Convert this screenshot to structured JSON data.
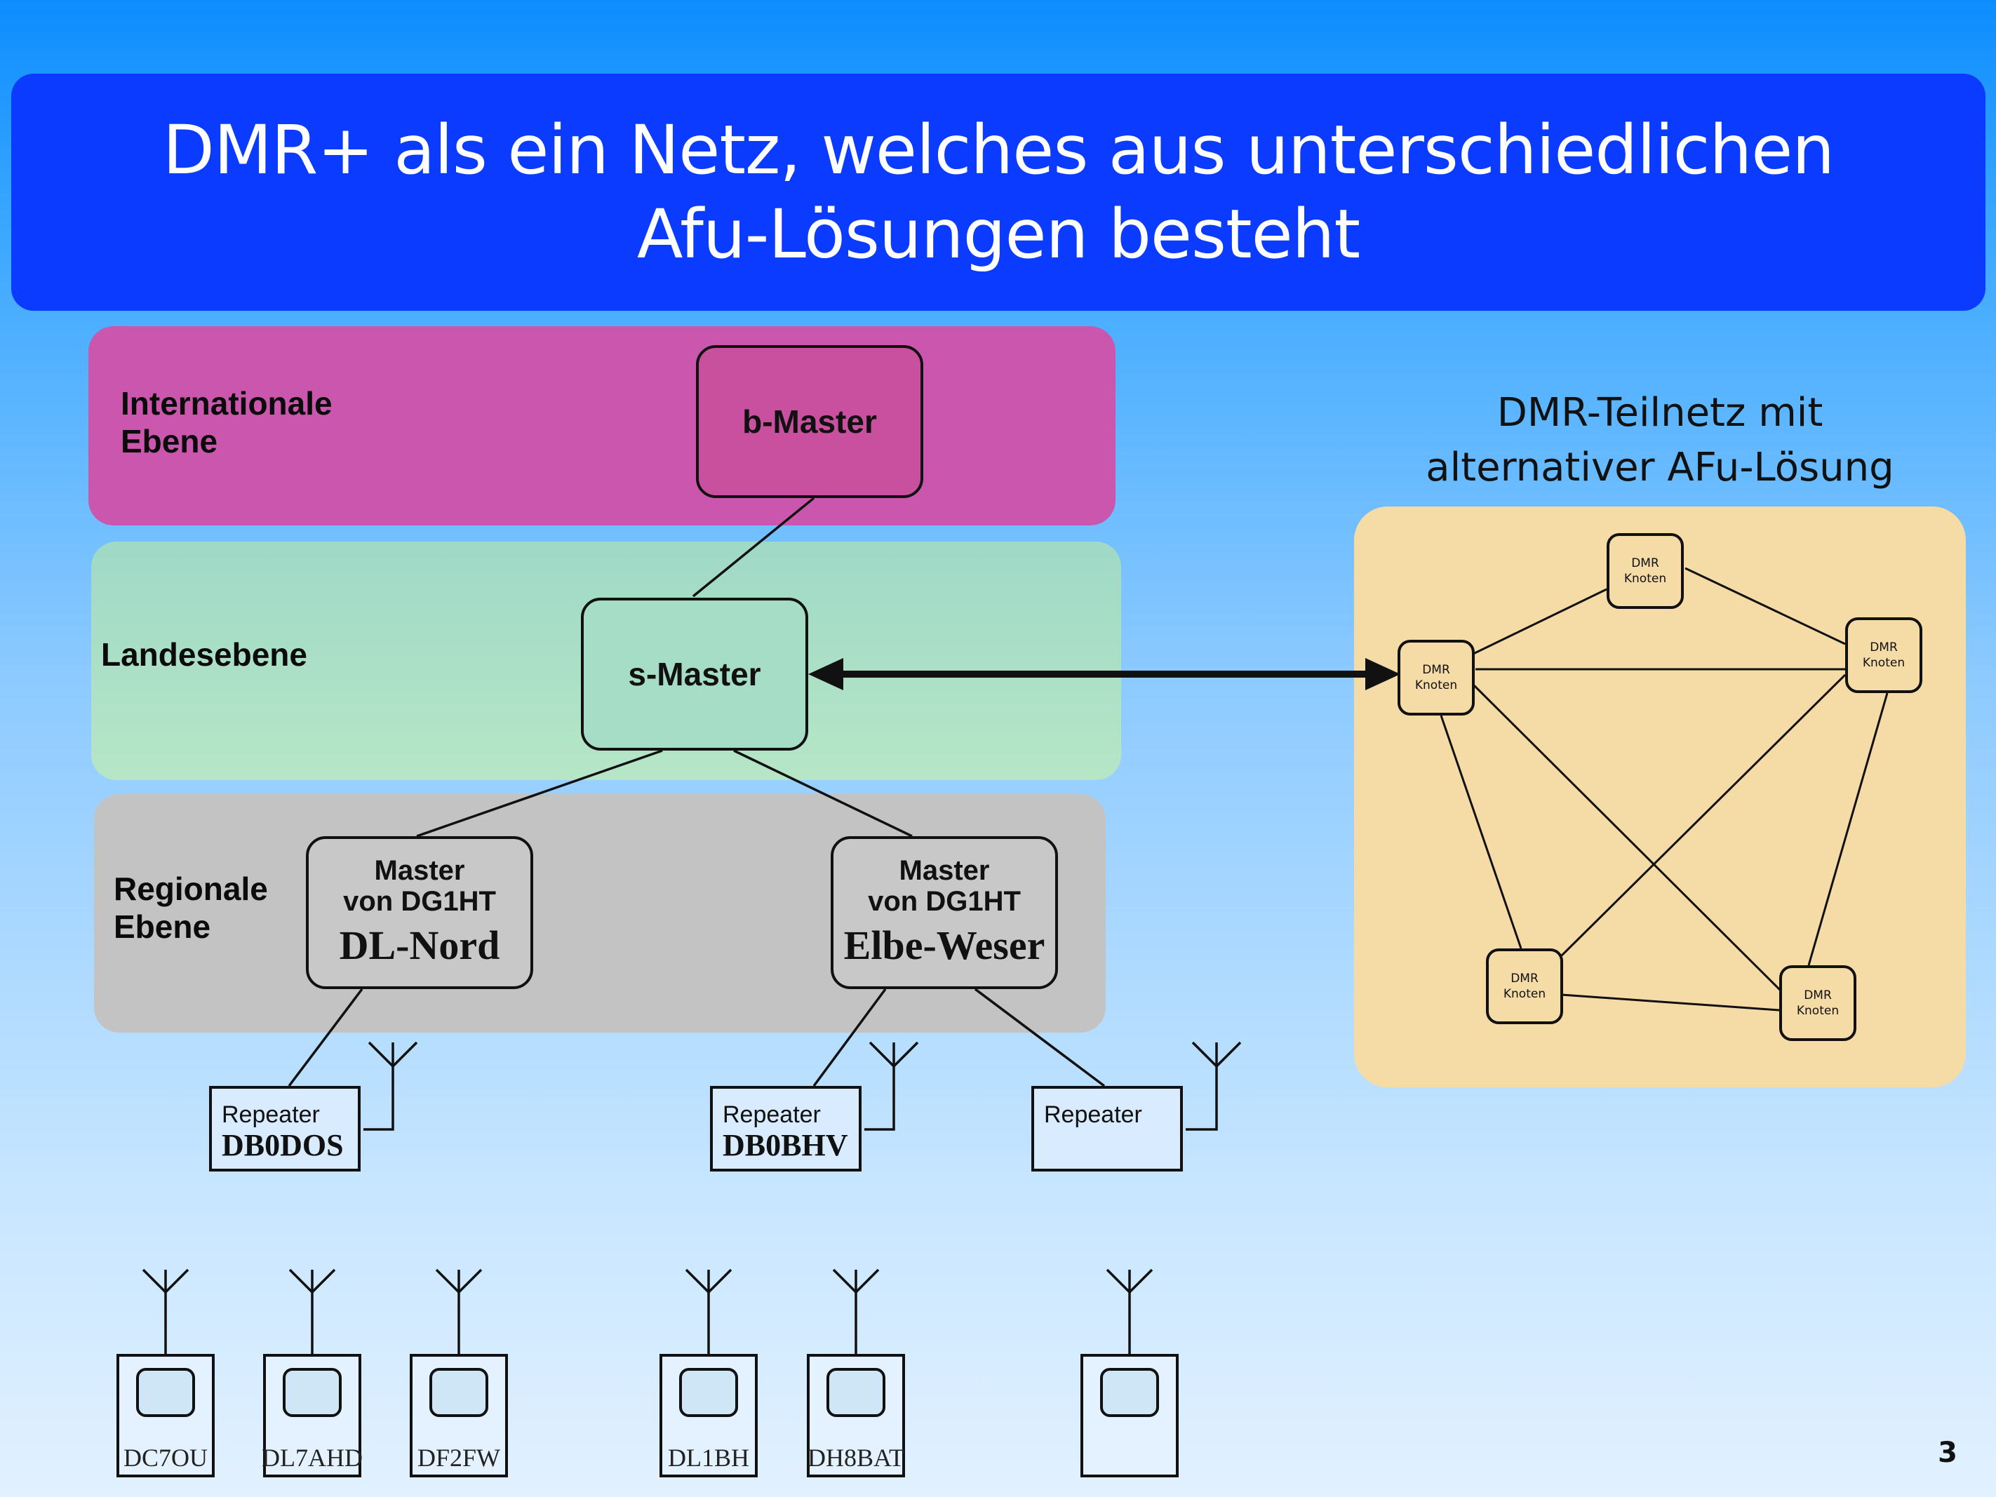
{
  "title": {
    "line1": "DMR+ als ein Netz, welches aus unterschiedlichen",
    "line2": "Afu-Lösungen besteht"
  },
  "levels": {
    "international": {
      "line1": "Internationale",
      "line2": "Ebene"
    },
    "landes": {
      "label": "Landesebene"
    },
    "regional": {
      "line1": "Regionale",
      "line2": "Ebene"
    }
  },
  "nodes": {
    "b_master": "b-Master",
    "s_master": "s-Master",
    "master_nord": {
      "line1": "Master",
      "line2": "von DG1HT",
      "name": "DL-Nord"
    },
    "master_elbe": {
      "line1": "Master",
      "line2": "von DG1HT",
      "name": "Elbe-Weser"
    }
  },
  "repeaters": [
    {
      "label": "Repeater",
      "call": "DB0DOS"
    },
    {
      "label": "Repeater",
      "call": "DB0BHV"
    },
    {
      "label": "Repeater",
      "call": ""
    }
  ],
  "radios": [
    {
      "call": "DC7OU"
    },
    {
      "call": "DL7AHD"
    },
    {
      "call": "DF2FW"
    },
    {
      "call": "DL1BH"
    },
    {
      "call": "DH8BAT"
    },
    {
      "call": ""
    }
  ],
  "alternative": {
    "title_line1": "DMR-Teilnetz mit",
    "title_line2": "alternativer AFu-Lösung",
    "knoten": [
      {
        "line1": "DMR",
        "line2": "Knoten"
      },
      {
        "line1": "DMR",
        "line2": "Knoten"
      },
      {
        "line1": "DMR",
        "line2": "Knoten"
      },
      {
        "line1": "DMR",
        "line2": "Knoten"
      },
      {
        "line1": "DMR",
        "line2": "Knoten"
      }
    ]
  },
  "page_number": "3",
  "colors": {
    "title_bar": "#0a3bff",
    "international_band": "#cb56ad",
    "landes_band": "#a9dec6",
    "regional_band": "#c3c3c3",
    "alternative_band": "#f5dca6"
  }
}
